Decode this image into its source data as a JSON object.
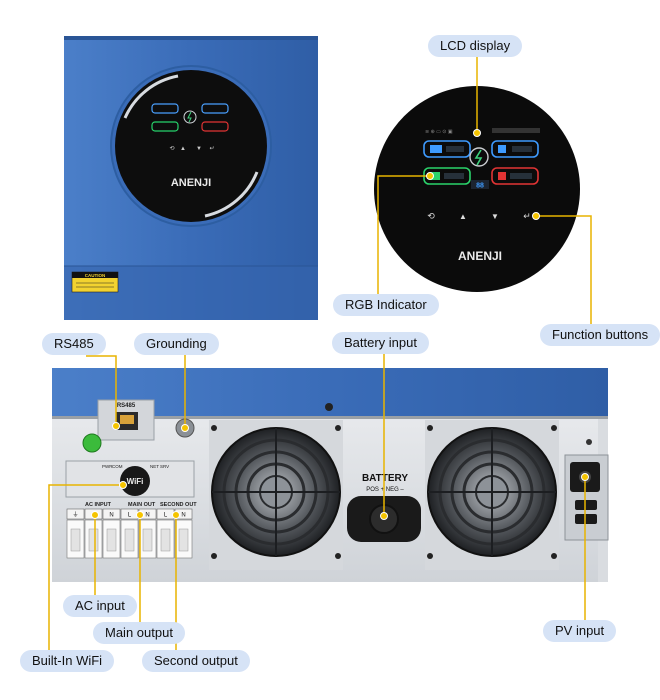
{
  "brand": "ANENJI",
  "front_panel": {
    "caution_text": "CAUTION"
  },
  "rear_panel": {
    "rs485_label": "RS485",
    "battery_label": "BATTERY",
    "battery_polarity": "POS + NEG –",
    "wifi_label": "WiFi",
    "wifi_leds": [
      "PWR",
      "COM",
      "NET",
      "SRV"
    ],
    "terminal_groups": [
      "AC INPUT",
      "MAIN OUT",
      "SECOND OUT"
    ],
    "terminal_marks": [
      "⏚",
      "L",
      "N",
      "L",
      "N",
      "L",
      "N"
    ]
  },
  "callouts": {
    "lcd_display": "LCD display",
    "rgb_indicator": "RGB Indicator",
    "function_buttons": "Function buttons",
    "rs485": "RS485",
    "grounding": "Grounding",
    "battery_input": "Battery input",
    "ac_input": "AC input",
    "main_output": "Main output",
    "built_in_wifi": "Built-In WiFi",
    "second_output": "Second output",
    "pv_input": "PV input"
  },
  "colors": {
    "housing_blue": "#3d6fb8",
    "leader_line": "#e8b400",
    "label_bg": "#d6e3f6"
  }
}
